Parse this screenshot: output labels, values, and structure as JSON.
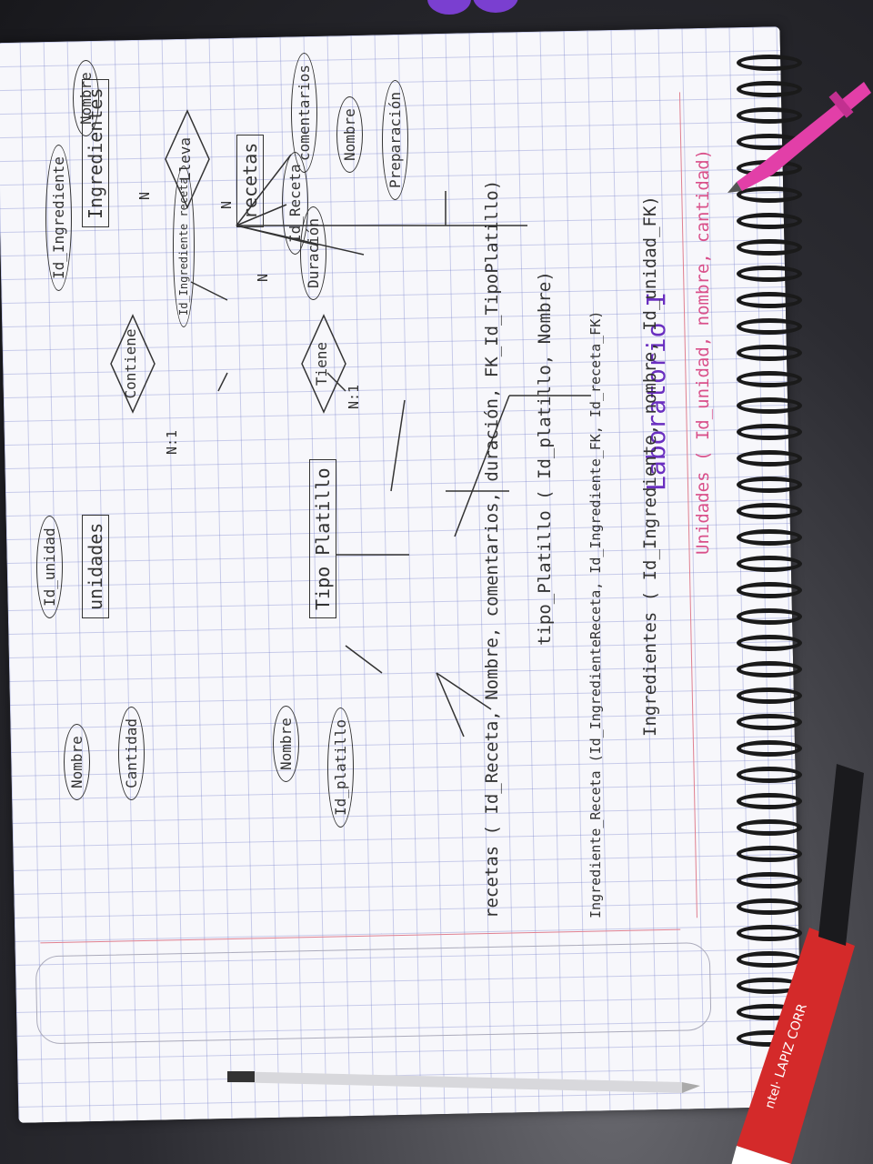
{
  "colors": {
    "ink": "#333333",
    "title_ink": "#6a2fc0",
    "schema_ink": "#d9508a",
    "grid": "#6e78c8",
    "background": "#2b2b31"
  },
  "diagram": {
    "title": "Laboratorio I",
    "entities": {
      "recetas": "recetas",
      "ingredientes": "Ingredientes",
      "tipo_platillo": "Tipo Platillo",
      "unidades": "unidades"
    },
    "relationships": {
      "lleva": "Lleva",
      "tiene": "Tiene",
      "contiene": "Contiene"
    },
    "attributes": {
      "comentarios": "comentarios",
      "nombre_receta": "Nombre",
      "preparacion": "Preparación",
      "id_receta": "Id_Receta",
      "duracion": "Duración",
      "id_ingrediente_receta": "Id_Ingrediente receta",
      "nombre_ingrediente": "Nombre",
      "id_ingrediente": "Id_Ingrediente",
      "id_platillo": "Id_platillo",
      "nombre_platillo": "Nombre",
      "id_unidad": "Id_unidad",
      "cantidad": "Cantidad",
      "nombre_unidad": "Nombre"
    },
    "cardinalities": {
      "tiene": "N:1",
      "contiene": "N:1",
      "lleva_recetas": "N",
      "lleva_ingredientes": "N",
      "recetas_side": "N"
    }
  },
  "schema": {
    "recetas": "recetas ( Id_Receta, Nombre, comentarios, duración, FK_Id_TipoPlatillo)",
    "tipo_platillo": "tipo_Platillo ( Id_platillo, Nombre)",
    "ingrediente_receta": "Ingrediente_Receta (Id_IngredienteReceta, Id_Ingrediente_FK, Id_receta_FK)",
    "ingredientes": "Ingredientes ( Id_Ingrediente, nombre, Id_unidad_FK)",
    "unidades": "Unidades ( Id_unidad, nombre, cantidad)"
  }
}
